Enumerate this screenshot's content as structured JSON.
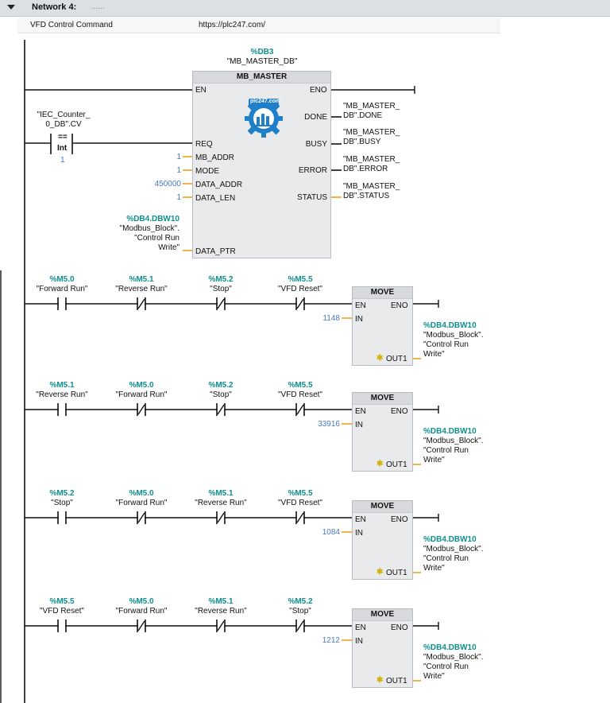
{
  "network": {
    "title": "Network 4:",
    "title_dots": "......"
  },
  "comment": {
    "label": "VFD Control Command",
    "url": "https://plc247.com/"
  },
  "mb": {
    "db_addr": "%DB3",
    "db_name": "\"MB_MASTER_DB\"",
    "block_title": "MB_MASTER",
    "logo_text": "plc247.com",
    "pins": {
      "en": "EN",
      "eno": "ENO",
      "req": "REQ",
      "mb_addr": "MB_ADDR",
      "mode": "MODE",
      "data_addr": "DATA_ADDR",
      "data_len": "DATA_LEN",
      "data_ptr": "DATA_PTR",
      "done": "DONE",
      "busy": "BUSY",
      "error": "ERROR",
      "status": "STATUS"
    },
    "values": {
      "mb_addr": "1",
      "mode": "1",
      "data_addr": "450000",
      "data_len": "1"
    },
    "outs": {
      "done": [
        "\"MB_MASTER_",
        "DB\".DONE"
      ],
      "busy": [
        "\"MB_MASTER_",
        "DB\".BUSY"
      ],
      "error": [
        "\"MB_MASTER_",
        "DB\".ERROR"
      ],
      "status": [
        "\"MB_MASTER_",
        "DB\".STATUS"
      ]
    },
    "counter": {
      "l1": "\"IEC_Counter_",
      "l2": "0_DB\".CV",
      "op": "==",
      "type": "Int",
      "value": "1"
    },
    "ptr": {
      "addr": "%DB4.DBW10",
      "l1": "\"Modbus_Block\".",
      "l2": "\"Control Run",
      "l3": "Write\""
    }
  },
  "rungs": [
    {
      "contacts": [
        {
          "addr": "%M5.0",
          "name": "\"Forward Run\""
        },
        {
          "addr": "%M5.1",
          "name": "\"Reverse Run\""
        },
        {
          "addr": "%M5.2",
          "name": "\"Stop\""
        },
        {
          "addr": "%M5.5",
          "name": "\"VFD Reset\""
        }
      ],
      "move": {
        "title": "MOVE",
        "en": "EN",
        "eno": "ENO",
        "in": "IN",
        "out": "OUT1",
        "value": "1148",
        "dest_addr": "%DB4.DBW10",
        "dest_l1": "\"Modbus_Block\".",
        "dest_l2": "\"Control Run",
        "dest_l3": "Write\""
      }
    },
    {
      "contacts": [
        {
          "addr": "%M5.1",
          "name": "\"Reverse Run\""
        },
        {
          "addr": "%M5.0",
          "name": "\"Forward Run\""
        },
        {
          "addr": "%M5.2",
          "name": "\"Stop\""
        },
        {
          "addr": "%M5.5",
          "name": "\"VFD Reset\""
        }
      ],
      "move": {
        "title": "MOVE",
        "en": "EN",
        "eno": "ENO",
        "in": "IN",
        "out": "OUT1",
        "value": "33916",
        "dest_addr": "%DB4.DBW10",
        "dest_l1": "\"Modbus_Block\".",
        "dest_l2": "\"Control Run",
        "dest_l3": "Write\""
      }
    },
    {
      "contacts": [
        {
          "addr": "%M5.2",
          "name": "\"Stop\""
        },
        {
          "addr": "%M5.0",
          "name": "\"Forward Run\""
        },
        {
          "addr": "%M5.1",
          "name": "\"Reverse Run\""
        },
        {
          "addr": "%M5.5",
          "name": "\"VFD Reset\""
        }
      ],
      "move": {
        "title": "MOVE",
        "en": "EN",
        "eno": "ENO",
        "in": "IN",
        "out": "OUT1",
        "value": "1084",
        "dest_addr": "%DB4.DBW10",
        "dest_l1": "\"Modbus_Block\".",
        "dest_l2": "\"Control Run",
        "dest_l3": "Write\""
      }
    },
    {
      "contacts": [
        {
          "addr": "%M5.5",
          "name": "\"VFD Reset\""
        },
        {
          "addr": "%M5.0",
          "name": "\"Forward Run\""
        },
        {
          "addr": "%M5.1",
          "name": "\"Reverse Run\""
        },
        {
          "addr": "%M5.2",
          "name": "\"Stop\""
        }
      ],
      "move": {
        "title": "MOVE",
        "en": "EN",
        "eno": "ENO",
        "in": "IN",
        "out": "OUT1",
        "value": "1212",
        "dest_addr": "%DB4.DBW10",
        "dest_l1": "\"Modbus_Block\".",
        "dest_l2": "\"Control Run",
        "dest_l3": "Write\""
      }
    }
  ]
}
